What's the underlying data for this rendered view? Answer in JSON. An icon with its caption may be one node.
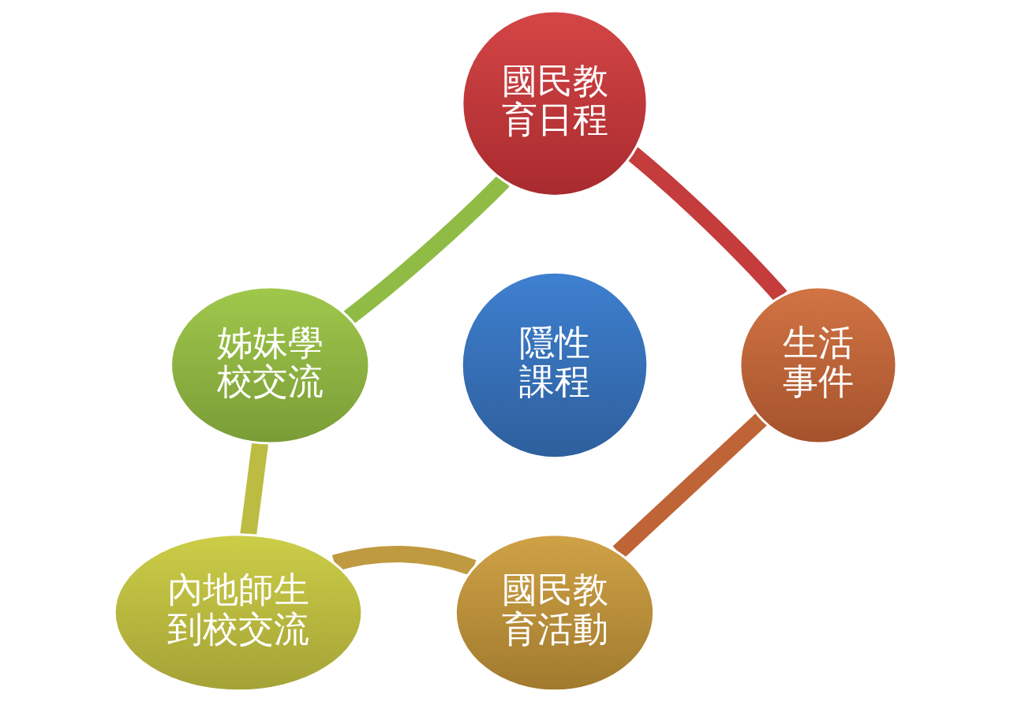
{
  "diagram": {
    "nodes": [
      {
        "text": [
          "國民教育日程"
        ]
      },
      {
        "text": [
          "姊妹學校交流"
        ]
      },
      {
        "text": [
          "生活事件"
        ]
      },
      {
        "text": [
          "隱性課程"
        ]
      },
      {
        "text": [
          "內地師生到校交流"
        ]
      },
      {
        "text": [
          "國民教育活動"
        ]
      }
    ],
    "edges": [
      {
        "from": 0,
        "to": 2,
        "arrow": "none",
        "color": "#c43c3c"
      },
      {
        "from": 2,
        "to": 5,
        "arrow": "none",
        "color": "#bf6436"
      },
      {
        "from": 5,
        "to": 4,
        "arrow": "none",
        "color": "#c09a40"
      },
      {
        "from": 4,
        "to": 1,
        "arrow": "none",
        "color": "#bcbc42"
      },
      {
        "from": 1,
        "to": 0,
        "arrow": "none",
        "color": "#90bc46"
      }
    ]
  }
}
